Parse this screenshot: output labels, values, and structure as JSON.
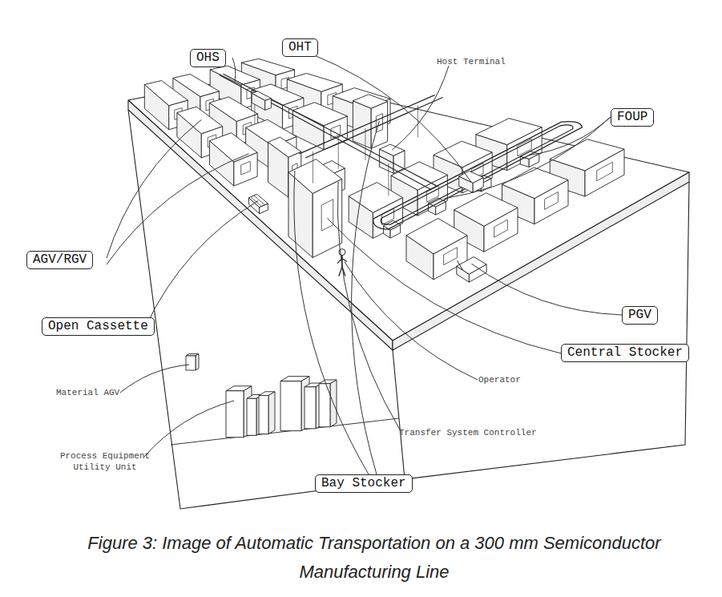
{
  "diagram": {
    "caption": "Figure 3: Image of Automatic Transportation on a 300 mm Semiconductor Manufacturing Line",
    "nodes": [
      {
        "text": [
          "OHS"
        ]
      },
      {
        "text": [
          "OHT"
        ]
      },
      {
        "text": [
          "FOUP"
        ]
      },
      {
        "text": [
          "AGV/RGV"
        ]
      },
      {
        "text": [
          "PGV"
        ]
      },
      {
        "text": [
          "Open Cassette"
        ]
      },
      {
        "text": [
          "Central Stocker"
        ]
      },
      {
        "text": [
          "Bay Stocker"
        ]
      }
    ],
    "labels": [
      "Host Terminal",
      "Material AGV",
      "Operator",
      "Process Equipment Utility Unit",
      "Transfer System Controller"
    ]
  }
}
